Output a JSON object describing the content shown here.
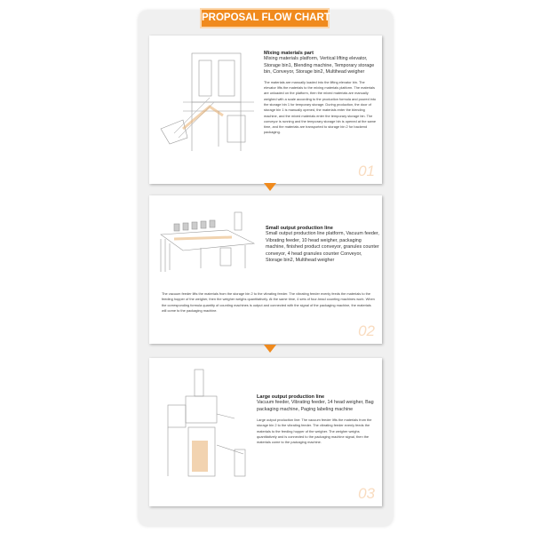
{
  "header": {
    "title": "PROPOSAL FLOW CHART"
  },
  "steps": [
    {
      "title": "Mixing materials part",
      "list": "Mixing materials platform, Vertical lifting elevator, Storage bin1, Blending machine, Temporary storage bin, Conveyor, Storage bin2, Multihead weigher",
      "desc": "The materials are manually loaded into the lifting elevator bin. The elevator lifts the materials to the mixing materials platform. The materials are unloaded on the platform, then the mixed materials are manually weighed with a scale according to the production formula and poured into the storage bin 1 for temporary storage. During production, the door of storage bin 1 is manually opened, the materials enter the blending machine, and the mixed materials enter the temporary storage bin. The conveyor is running and the temporary storage bin is opened at the same time, and the materials are transported to storage bin 2 for backend packaging.",
      "number": "01"
    },
    {
      "title": "Small output production line",
      "list": "Small output production line platform, Vacuum feeder, Vibrating feeder, 10 head weigher, packaging machine, finished product conveyor, granules counter conveyor, 4 head granules counter Conveyor, Storage bin2, Multihead weigher",
      "desc": "The vacuum feeder lifts the materials from the storage bin 2 to the vibrating feeder. The vibrating feeder evenly feeds the materials to the feeding hopper of the weigher, then the weigher weighs quantitatively. At the same time, 4 sets of four-head counting machines work. When the corresponding formula quantity of counting machines is output and connected with the signal of the packaging machine, the materials will come to the packaging machine.",
      "number": "02"
    },
    {
      "title": "Large output production line",
      "list": "Vacuum feeder, Vibrating feeder, 14 head weigher, Bag packaging machine, Paging labeling machine",
      "desc": "Large output production line: The vacuum feeder lifts the materials from the storage bin 2 to the vibrating feeder. The vibrating feeder evenly feeds the materials to the feeding hopper of the weigher. The weigher weighs quantitatively and is connected to the packaging machine signal, then the materials come to the packaging machine.",
      "number": "03"
    }
  ]
}
